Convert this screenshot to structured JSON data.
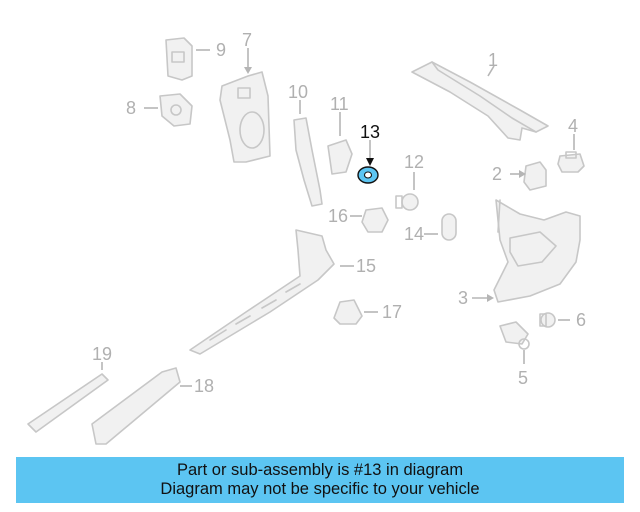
{
  "diagram": {
    "callouts": {
      "c1": "1",
      "c2": "2",
      "c3": "3",
      "c4": "4",
      "c5": "5",
      "c6": "6",
      "c7": "7",
      "c8": "8",
      "c9": "9",
      "c10": "10",
      "c11": "11",
      "c12": "12",
      "c13": "13",
      "c14": "14",
      "c15": "15",
      "c16": "16",
      "c17": "17",
      "c18": "18",
      "c19": "19"
    },
    "highlighted_part": "13",
    "highlight_color": "#5cc5f2"
  },
  "banner": {
    "line1": "Part or sub-assembly is #13 in diagram",
    "line2": "Diagram may not be specific to your vehicle",
    "background": "#5cc5f2"
  }
}
